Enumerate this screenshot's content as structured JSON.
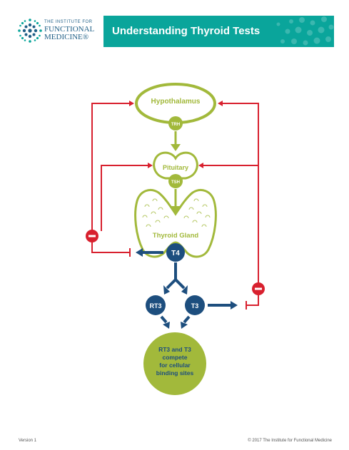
{
  "header": {
    "logo": {
      "line1": "THE INSTITUTE FOR",
      "line2": "FUNCTIONAL",
      "line3": "MEDICINE®"
    },
    "title": "Understanding Thyroid Tests"
  },
  "diagram": {
    "hypothalamus": "Hypothalamus",
    "trh": "TRH",
    "pituitary": "Pituitary",
    "tsh": "TSH",
    "thyroid_gland": "Thyroid Gland",
    "t4": "T4",
    "rt3": "RT3",
    "t3": "T3",
    "compete_lines": [
      "RT3 and T3",
      "compete",
      "for cellular",
      "binding sites"
    ]
  },
  "colors": {
    "green": "#a2b93b",
    "navy": "#1d4e7e",
    "red": "#d8202e",
    "teal": "#0aa59b"
  },
  "footer": {
    "version": "Version 1",
    "copyright": "© 2017 The Institute for Functional Medicine"
  }
}
